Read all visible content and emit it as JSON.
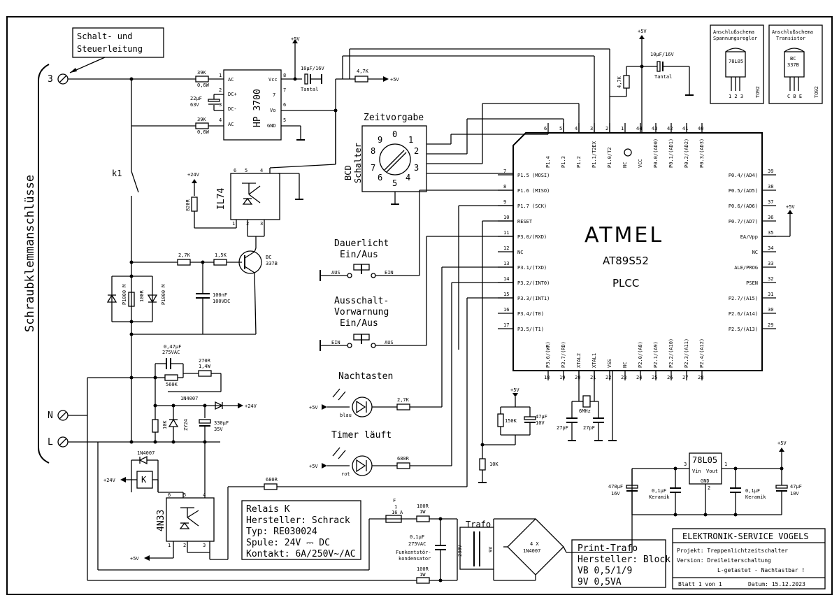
{
  "terminals": {
    "heading": "Schraubklemmanschlüsse",
    "t3": "3",
    "tn": "N",
    "tl": "L",
    "callout": [
      "Schalt- und",
      "Steuerleitung"
    ]
  },
  "hp3700": {
    "name": "HP 3700",
    "pins": [
      "AC",
      "DC+",
      "DC-",
      "AC",
      "GND",
      "Vo",
      "7",
      "Vcc"
    ],
    "pin_numbers": [
      "1",
      "2",
      "3",
      "4",
      "5",
      "6",
      "7",
      "8"
    ],
    "r1": [
      "39K",
      "0,6W"
    ],
    "r2": [
      "39K",
      "0,6W"
    ],
    "cap": [
      "22µF",
      "63V"
    ],
    "cap_tantal": [
      "10µF/16V",
      "Tantal"
    ],
    "pullup": "4,7K"
  },
  "il74": {
    "name": "IL74",
    "r820": "820R",
    "plus24": "+24V",
    "pins": [
      "6",
      "5",
      "4",
      "1",
      "2",
      "3"
    ]
  },
  "relay_k1": "k1",
  "bc337": {
    "name": [
      "BC",
      "337B"
    ],
    "r1": "2,7K",
    "r2": "1,5K",
    "cap": [
      "100nF",
      "100VDC"
    ]
  },
  "varistors": [
    "P1000 M",
    "100R",
    "P1000 M"
  ],
  "supply24": {
    "cap047": [
      "0,47µF",
      "275VAC"
    ],
    "r270": [
      "270R",
      "1,4W"
    ],
    "r560": "560K",
    "diode": "1N4007",
    "plus24": "+24V",
    "r10k": "10K",
    "zener": "ZY24",
    "cap330": [
      "330µF",
      "35V"
    ]
  },
  "relay_section": {
    "diode": "1N4007",
    "plus24": "+24V",
    "coil": "K",
    "optocoupler": "4N33",
    "pins": [
      "6",
      "5",
      "4",
      "1",
      "2",
      "3"
    ],
    "plus5": "+5V",
    "r680": "680R"
  },
  "relay_info": {
    "lines": [
      "Relais K",
      "Hersteller: Schrack",
      "Typ: RE030024",
      "Spule: 24V ⎓ DC",
      "Kontakt: 6A/250V~/AC"
    ]
  },
  "bcd_switch": {
    "title": "Zeitvorgabe",
    "side_label": [
      "BCD",
      "Schalter"
    ],
    "digits": [
      "0",
      "1",
      "2",
      "3",
      "4",
      "5",
      "6",
      "7",
      "8",
      "9"
    ]
  },
  "switches": {
    "dauerlicht": {
      "title": [
        "Dauerlicht",
        "Ein/Aus"
      ],
      "left": "AUS",
      "right": "EIN"
    },
    "ausschalt": {
      "title": [
        "Ausschalt-",
        "Vorwarnung",
        "Ein/Aus"
      ],
      "left": "EIN",
      "right": "AUS"
    }
  },
  "leds": {
    "nacht": {
      "title": "Nachtasten",
      "supply": "+5V",
      "color": "blau",
      "resistor": "2,7K"
    },
    "timer": {
      "title": "Timer läuft",
      "supply": "+5V",
      "color": "rot",
      "resistor": "680R"
    }
  },
  "mcu": {
    "brand": "ATMEL",
    "model": "AT89S52",
    "package": "PLCC",
    "left_pins": [
      {
        "n": "7",
        "l": "P1.5 (MOSI)"
      },
      {
        "n": "8",
        "l": "P1.6 (MISO)"
      },
      {
        "n": "9",
        "l": "P1.7 (SCK)"
      },
      {
        "n": "10",
        "l": "RESET"
      },
      {
        "n": "11",
        "l": "P3.0/(RXD)"
      },
      {
        "n": "12",
        "l": "NC"
      },
      {
        "n": "13",
        "l": "P3.1/(TXD)"
      },
      {
        "n": "14",
        "l": "P3.2/(INT0)"
      },
      {
        "n": "15",
        "l": "P3.3/(INT1)"
      },
      {
        "n": "16",
        "l": "P3.4/(T0)"
      },
      {
        "n": "17",
        "l": "P3.5/(T1)"
      }
    ],
    "right_pins": [
      {
        "n": "39",
        "l": "P0.4/(AD4)"
      },
      {
        "n": "38",
        "l": "P0.5/(AD5)"
      },
      {
        "n": "37",
        "l": "P0.6/(AD6)"
      },
      {
        "n": "36",
        "l": "P0.7/(AD7)"
      },
      {
        "n": "35",
        "l": "EA/Vpp"
      },
      {
        "n": "34",
        "l": "NC"
      },
      {
        "n": "33",
        "l": "ALE/PROG"
      },
      {
        "n": "32",
        "l": "PSEN"
      },
      {
        "n": "31",
        "l": "P2.7/(A15)"
      },
      {
        "n": "30",
        "l": "P2.6/(A14)"
      },
      {
        "n": "29",
        "l": "P2.5/(A13)"
      }
    ],
    "top_pins": [
      {
        "n": "6",
        "l": "P1.4"
      },
      {
        "n": "5",
        "l": "P1.3"
      },
      {
        "n": "4",
        "l": "P1.2"
      },
      {
        "n": "3",
        "l": "P1.1/T2EX"
      },
      {
        "n": "2",
        "l": "P1.0/T2"
      },
      {
        "n": "1",
        "l": "NC"
      },
      {
        "n": "44",
        "l": "VCC"
      },
      {
        "n": "43",
        "l": "P0.0/(AD0)"
      },
      {
        "n": "42",
        "l": "P0.1/(AD1)"
      },
      {
        "n": "41",
        "l": "P0.2/(AD2)"
      },
      {
        "n": "40",
        "l": "P0.3/(AD3)"
      }
    ],
    "bottom_pins": [
      {
        "n": "18",
        "l": "P3.6/(WR)"
      },
      {
        "n": "19",
        "l": "P3.7/(RD)"
      },
      {
        "n": "20",
        "l": "XTAL2"
      },
      {
        "n": "21",
        "l": "XTAL1"
      },
      {
        "n": "22",
        "l": "VSS"
      },
      {
        "n": "23",
        "l": "NC"
      },
      {
        "n": "24",
        "l": "P2.0/(A8)"
      },
      {
        "n": "25",
        "l": "P2.1/(A9)"
      },
      {
        "n": "26",
        "l": "P2.2/(A10)"
      },
      {
        "n": "27",
        "l": "P2.3/(A11)"
      },
      {
        "n": "28",
        "l": "P2.4/(A12)"
      }
    ],
    "vcc_supply": "+5V",
    "vcc_cap": [
      "10µF/16V",
      "Tantal"
    ],
    "vcc_res": "4,7K",
    "ea_supply": "+5V",
    "crystal": "6MHz",
    "xcap1": "27pF",
    "xcap2": "27pF",
    "reset_supply": "+5V",
    "reset_r": "150K",
    "reset_cap": [
      "47µF",
      "10V"
    ],
    "r10k": "10K"
  },
  "regulator": {
    "name": "78L05",
    "vin": "Vin",
    "vout": "Vout",
    "gnd": "GND",
    "pins": [
      "3",
      "1",
      "2"
    ],
    "plus5": "+5V",
    "caps": [
      [
        "470µF",
        "16V"
      ],
      [
        "0,1µF",
        "Keramik"
      ],
      [
        "0,1µF",
        "Keramik"
      ],
      [
        "47µF",
        "10V"
      ]
    ]
  },
  "power_input": {
    "fuse": [
      "F",
      "1",
      "16",
      "A"
    ],
    "r_top": [
      "100R",
      "1W"
    ],
    "r_bottom": [
      "100R",
      "1W"
    ],
    "cap": [
      "0,1µF",
      "275VAC"
    ],
    "cap_desc": [
      "Funkentstör-",
      "kondensator"
    ],
    "trafo": "Trafo",
    "primary": "230V",
    "secondary": "9V",
    "bridge": [
      "4 X",
      "1N4007"
    ]
  },
  "trafo_info": {
    "lines": [
      "Print-Trafo",
      "Hersteller: Block",
      "VB 0,5/1/9",
      "9V  0,5VA"
    ]
  },
  "pinouts": {
    "reg": {
      "title": [
        "Anschlußschema",
        "Spannungsregler"
      ],
      "part": "78L05",
      "pins": "1 2 3",
      "pkg": "TO92"
    },
    "tr": {
      "title": [
        "Anschlußschema",
        "Transistor"
      ],
      "part": [
        "BC",
        "337B"
      ],
      "pins": "C B E",
      "pkg": "TO92"
    }
  },
  "title_block": {
    "company": "ELEKTRONIK-SERVICE VOGELS",
    "projekt": "Projekt: Treppenlichtzeitschalter",
    "version": "Version: Dreileiterschaltung",
    "version2": "L-getastet - Nachtastbar !",
    "blatt": "Blatt 1 von 1",
    "datum": "Datum: 15.12.2023"
  }
}
